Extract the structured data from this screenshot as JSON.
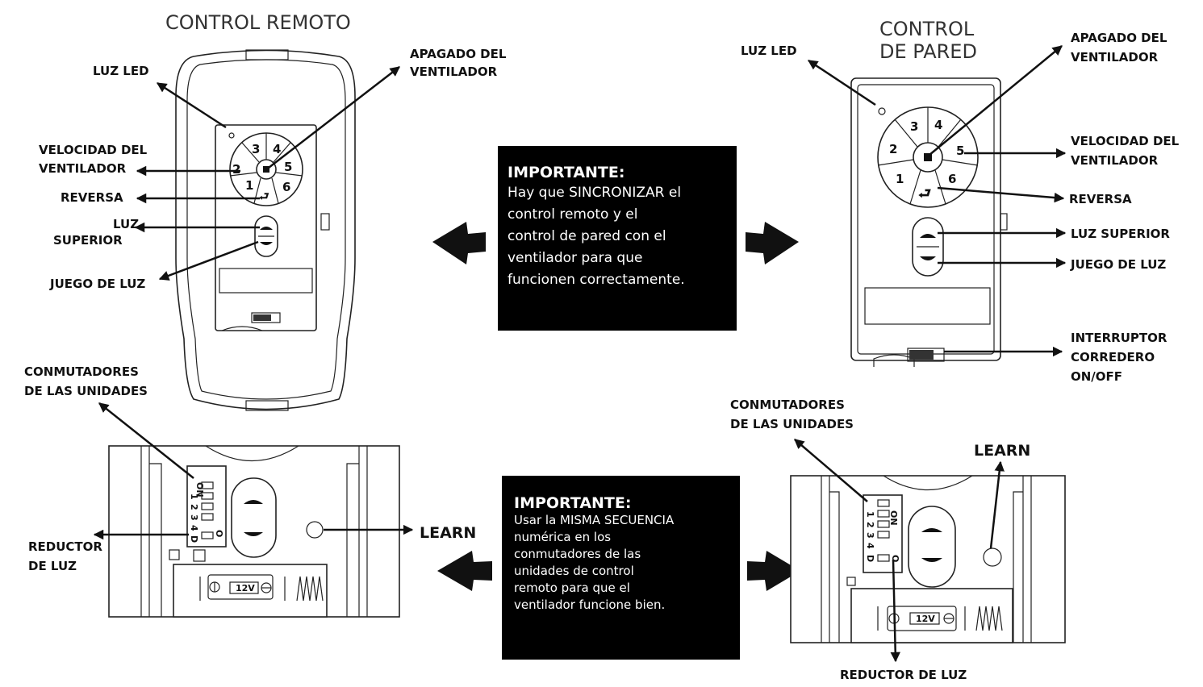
{
  "remote_title": "CONTROL REMOTO",
  "wall_title_line1": "CONTROL",
  "wall_title_line2": "DE PARED",
  "remote_labels": {
    "led": "LUZ LED",
    "fan_off_1": "APAGADO DEL",
    "fan_off_2": "VENTILADOR",
    "speed_1": "VELOCIDAD DEL",
    "speed_2": "VENTILADOR",
    "reverse": "REVERSA",
    "uplight_1": "LUZ",
    "uplight_2": "SUPERIOR",
    "light_set": "JUEGO DE LUZ"
  },
  "wall_labels": {
    "led": "LUZ LED",
    "fan_off_1": "APAGADO DEL",
    "fan_off_2": "VENTILADOR",
    "speed_1": "VELOCIDAD DEL",
    "speed_2": "VENTILADOR",
    "reverse": "REVERSA",
    "uplight": "LUZ SUPERIOR",
    "light_set": "JUEGO DE LUZ",
    "switch_1": "INTERRUPTOR",
    "switch_2": "CORREDERO",
    "switch_3": "ON/OFF"
  },
  "keypad_numbers": [
    "1",
    "2",
    "3",
    "4",
    "5",
    "6"
  ],
  "important_box_1": {
    "heading": "IMPORTANTE:",
    "lines": [
      "Hay que SINCRONIZAR el",
      "control remoto y el",
      "control de pared con el",
      "ventilador para que",
      "funcionen correctamente."
    ]
  },
  "important_box_2": {
    "heading": "IMPORTANTE:",
    "lines": [
      "Usar la MISMA SECUENCIA",
      "numérica en los",
      "conmutadores de las",
      "unidades de control",
      "remoto para que el",
      "ventilador funcione bien."
    ]
  },
  "left_back_labels": {
    "dip_1": "CONMUTADORES",
    "dip_2": "DE LAS UNIDADES",
    "dimmer_1": "REDUCTOR",
    "dimmer_2": "DE LUZ",
    "learn": "LEARN"
  },
  "right_back_labels": {
    "dip_1": "CONMUTADORES",
    "dip_2": "DE LAS UNIDADES",
    "learn": "LEARN",
    "dimmer": "REDUCTOR DE LUZ"
  },
  "dip_switch_text": {
    "on": "ON",
    "n1": "1",
    "n2": "2",
    "n3": "3",
    "n4": "4",
    "o": "O",
    "d": "D"
  },
  "battery_label": "12V"
}
